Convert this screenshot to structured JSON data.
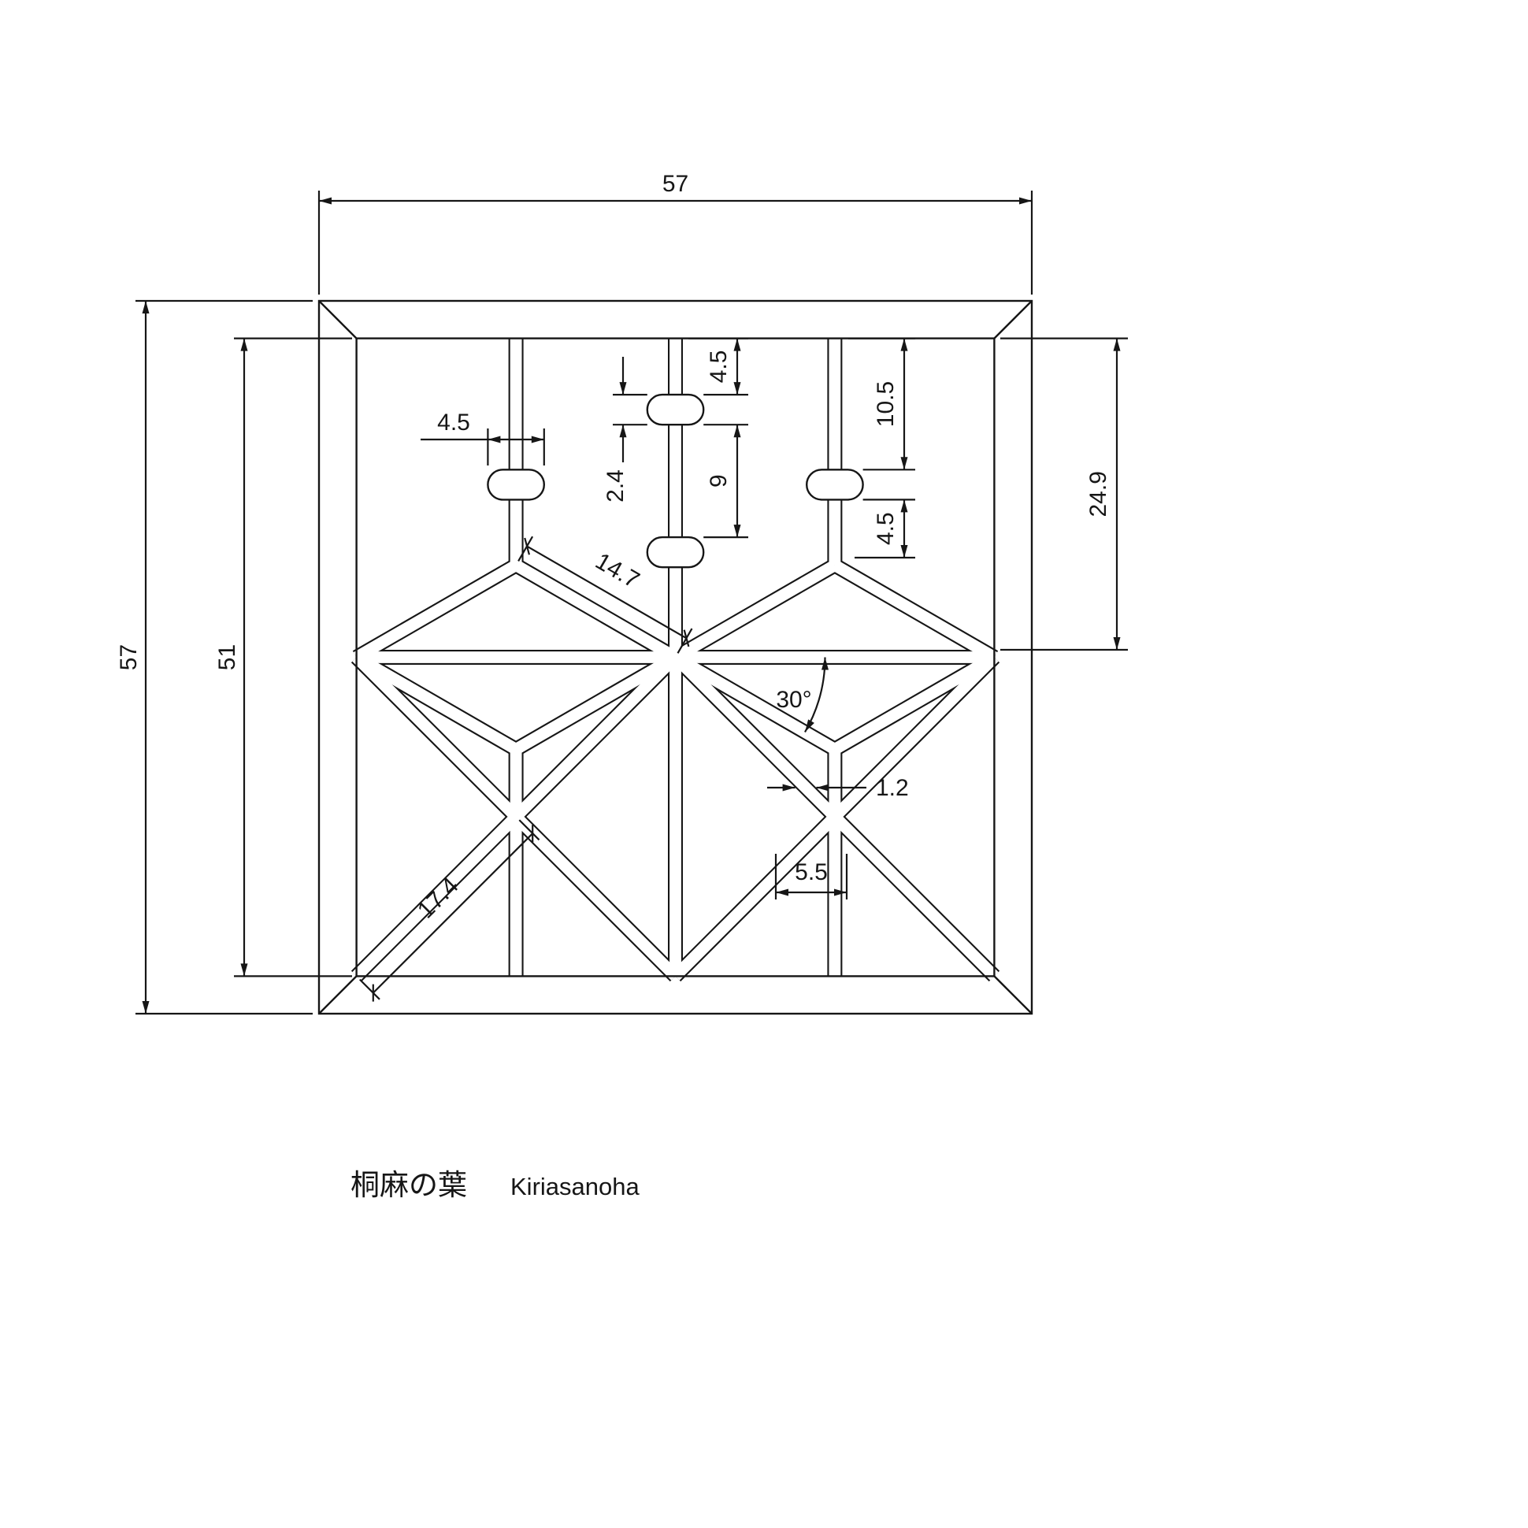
{
  "drawing": {
    "title_jp": "桐麻の葉",
    "title_en": "Kiriasanoha",
    "dims": {
      "overall_width": "57",
      "overall_height": "57",
      "inner_opening": "51",
      "bead_width": "4.5",
      "bead_offset_top": "4.5",
      "bead_thickness": "2.4",
      "bead_spacing": "9",
      "side_bead_offset": "10.5",
      "side_bead_to_leaf": "4.5",
      "top_to_center_rail": "24.9",
      "leaf_edge_length": "14.7",
      "leaf_angle": "30°",
      "strip_width": "1.2",
      "stem_offset": "5.5",
      "diagonal_length": "17.4"
    },
    "colors": {
      "ink": "#161616",
      "paper": "#ffffff"
    }
  }
}
